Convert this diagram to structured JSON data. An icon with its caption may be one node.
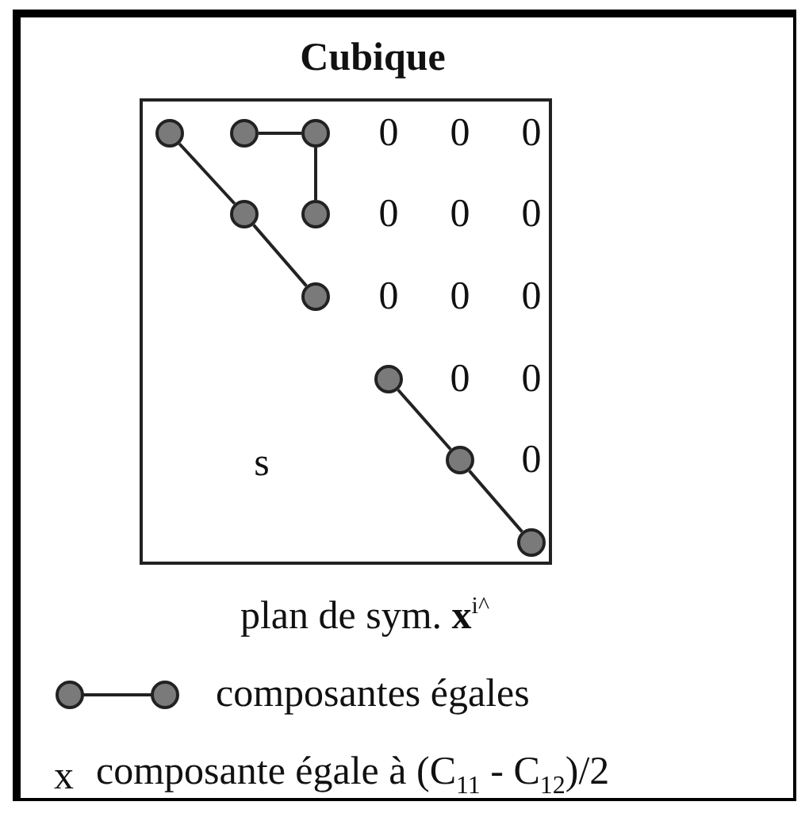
{
  "diagram": {
    "title": "Cubique",
    "caption": "plan de sym. **x**$^{i^}$",
    "nodes": [
      {
        "text": [],
        "shape": "box"
      },
      {
        "text": [],
        "shape": "circle",
        "in": 0
      },
      {
        "text": [],
        "shape": "circle",
        "in": 0
      },
      {
        "text": [],
        "shape": "circle",
        "in": 0
      },
      {
        "text": [],
        "shape": "circle",
        "in": 0
      },
      {
        "text": [],
        "shape": "circle",
        "in": 0
      },
      {
        "text": [],
        "shape": "circle",
        "in": 0
      },
      {
        "text": [],
        "shape": "circle",
        "in": 0
      },
      {
        "text": [],
        "shape": "circle",
        "in": 0
      },
      {
        "text": [],
        "shape": "circle",
        "in": 0
      }
    ],
    "edges": [
      {
        "from": 1,
        "to": 4,
        "arrow": "none"
      },
      {
        "from": 4,
        "to": 6,
        "arrow": "none"
      },
      {
        "from": 2,
        "to": 3,
        "arrow": "none"
      },
      {
        "from": 3,
        "to": 5,
        "arrow": "none"
      },
      {
        "from": 7,
        "to": 8,
        "arrow": "none"
      },
      {
        "from": 8,
        "to": 9,
        "arrow": "none"
      }
    ],
    "labels": [
      "0",
      "0",
      "0",
      "0",
      "0",
      "0",
      "0",
      "0",
      "0",
      "0",
      "0",
      "s",
      "0",
      "x"
    ],
    "legend": [
      {
        "text": "composantes égales"
      },
      {
        "text": "composante égale à (C$_{11}$ - C$_{12}$)/2"
      }
    ]
  }
}
